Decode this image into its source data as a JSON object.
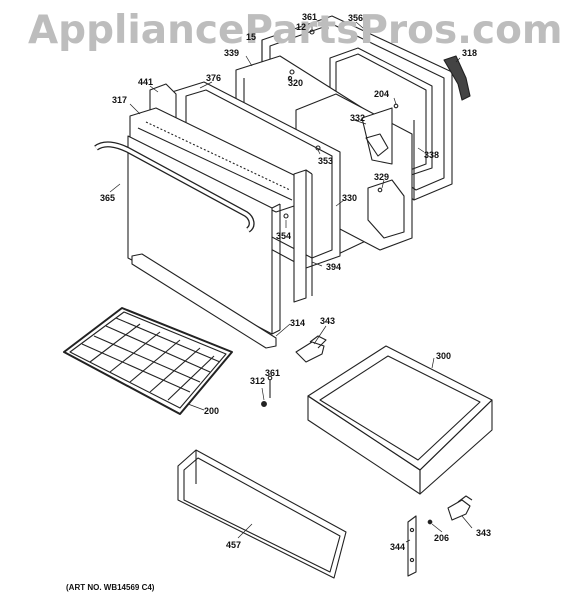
{
  "watermark": "AppliancePartsPros.com",
  "art_number": "(ART NO. WB14569 C4)",
  "callouts": [
    "361",
    "12",
    "356",
    "318",
    "15",
    "339",
    "320",
    "441",
    "376",
    "204",
    "317",
    "332",
    "353",
    "338",
    "365",
    "329",
    "330",
    "354",
    "394",
    "314",
    "343",
    "300",
    "361",
    "312",
    "200",
    "457",
    "206",
    "343",
    "344"
  ]
}
